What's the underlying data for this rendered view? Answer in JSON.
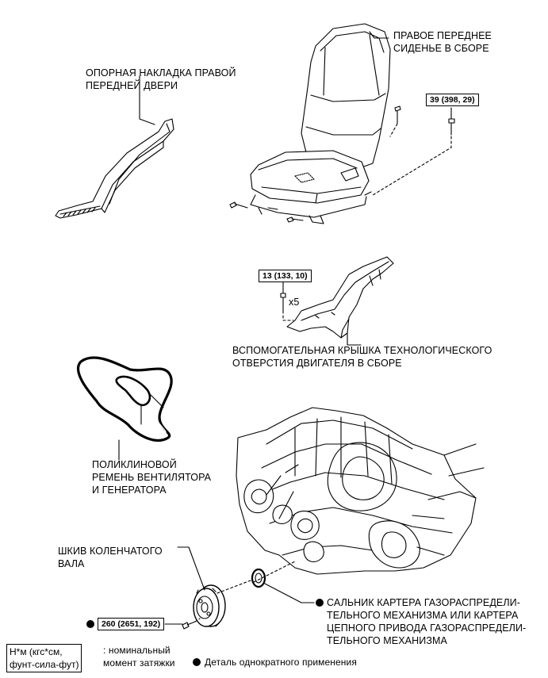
{
  "labels": {
    "door_scuff_plate": [
      "ОПОРНАЯ НАКЛАДКА ПРАВОЙ",
      "ПЕРЕДНЕЙ ДВЕРИ"
    ],
    "front_seat": [
      "ПРАВОЕ ПЕРЕДНЕЕ",
      "СИДЕНЬЕ В СБОРЕ"
    ],
    "service_hole_cover": [
      "ВСПОМОГАТЕЛЬНАЯ КРЫШКА ТЕХНОЛОГИЧЕСКОГО",
      "ОТВЕРСТИЯ ДВИГАТЕЛЯ В СБОРЕ"
    ],
    "v_ribbed_belt": [
      "ПОЛИКЛИНОВОЙ",
      "РЕМЕНЬ ВЕНТИЛЯТОРА",
      "И ГЕНЕРАТОРА"
    ],
    "crankshaft_pulley": [
      "ШКИВ КОЛЕНЧАТОГО",
      "ВАЛА"
    ],
    "oil_seal": [
      "САЛЬНИК КАРТЕРА ГАЗОРАСПРЕДЕЛИ-",
      "ТЕЛЬНОГО МЕХАНИЗМА ИЛИ КАРТЕРА",
      "ЦЕПНОГО ПРИВОДА ГАЗОРАСПРЕДЕЛИ-",
      "ТЕЛЬНОГО МЕХАНИЗМА"
    ]
  },
  "torques": {
    "seat_bolt": "39 (398, 29)",
    "cover_bolt": "13 (133, 10)",
    "pulley_bolt": "260 (2651, 192)"
  },
  "quantity": "x5",
  "legend": {
    "unit_box": [
      "Н*м (кгс*см,",
      "фунт-сила-фут)"
    ],
    "unit_desc": [
      ": номинальный",
      "момент затяжки"
    ],
    "nonreusable": "Деталь однократного применения"
  }
}
